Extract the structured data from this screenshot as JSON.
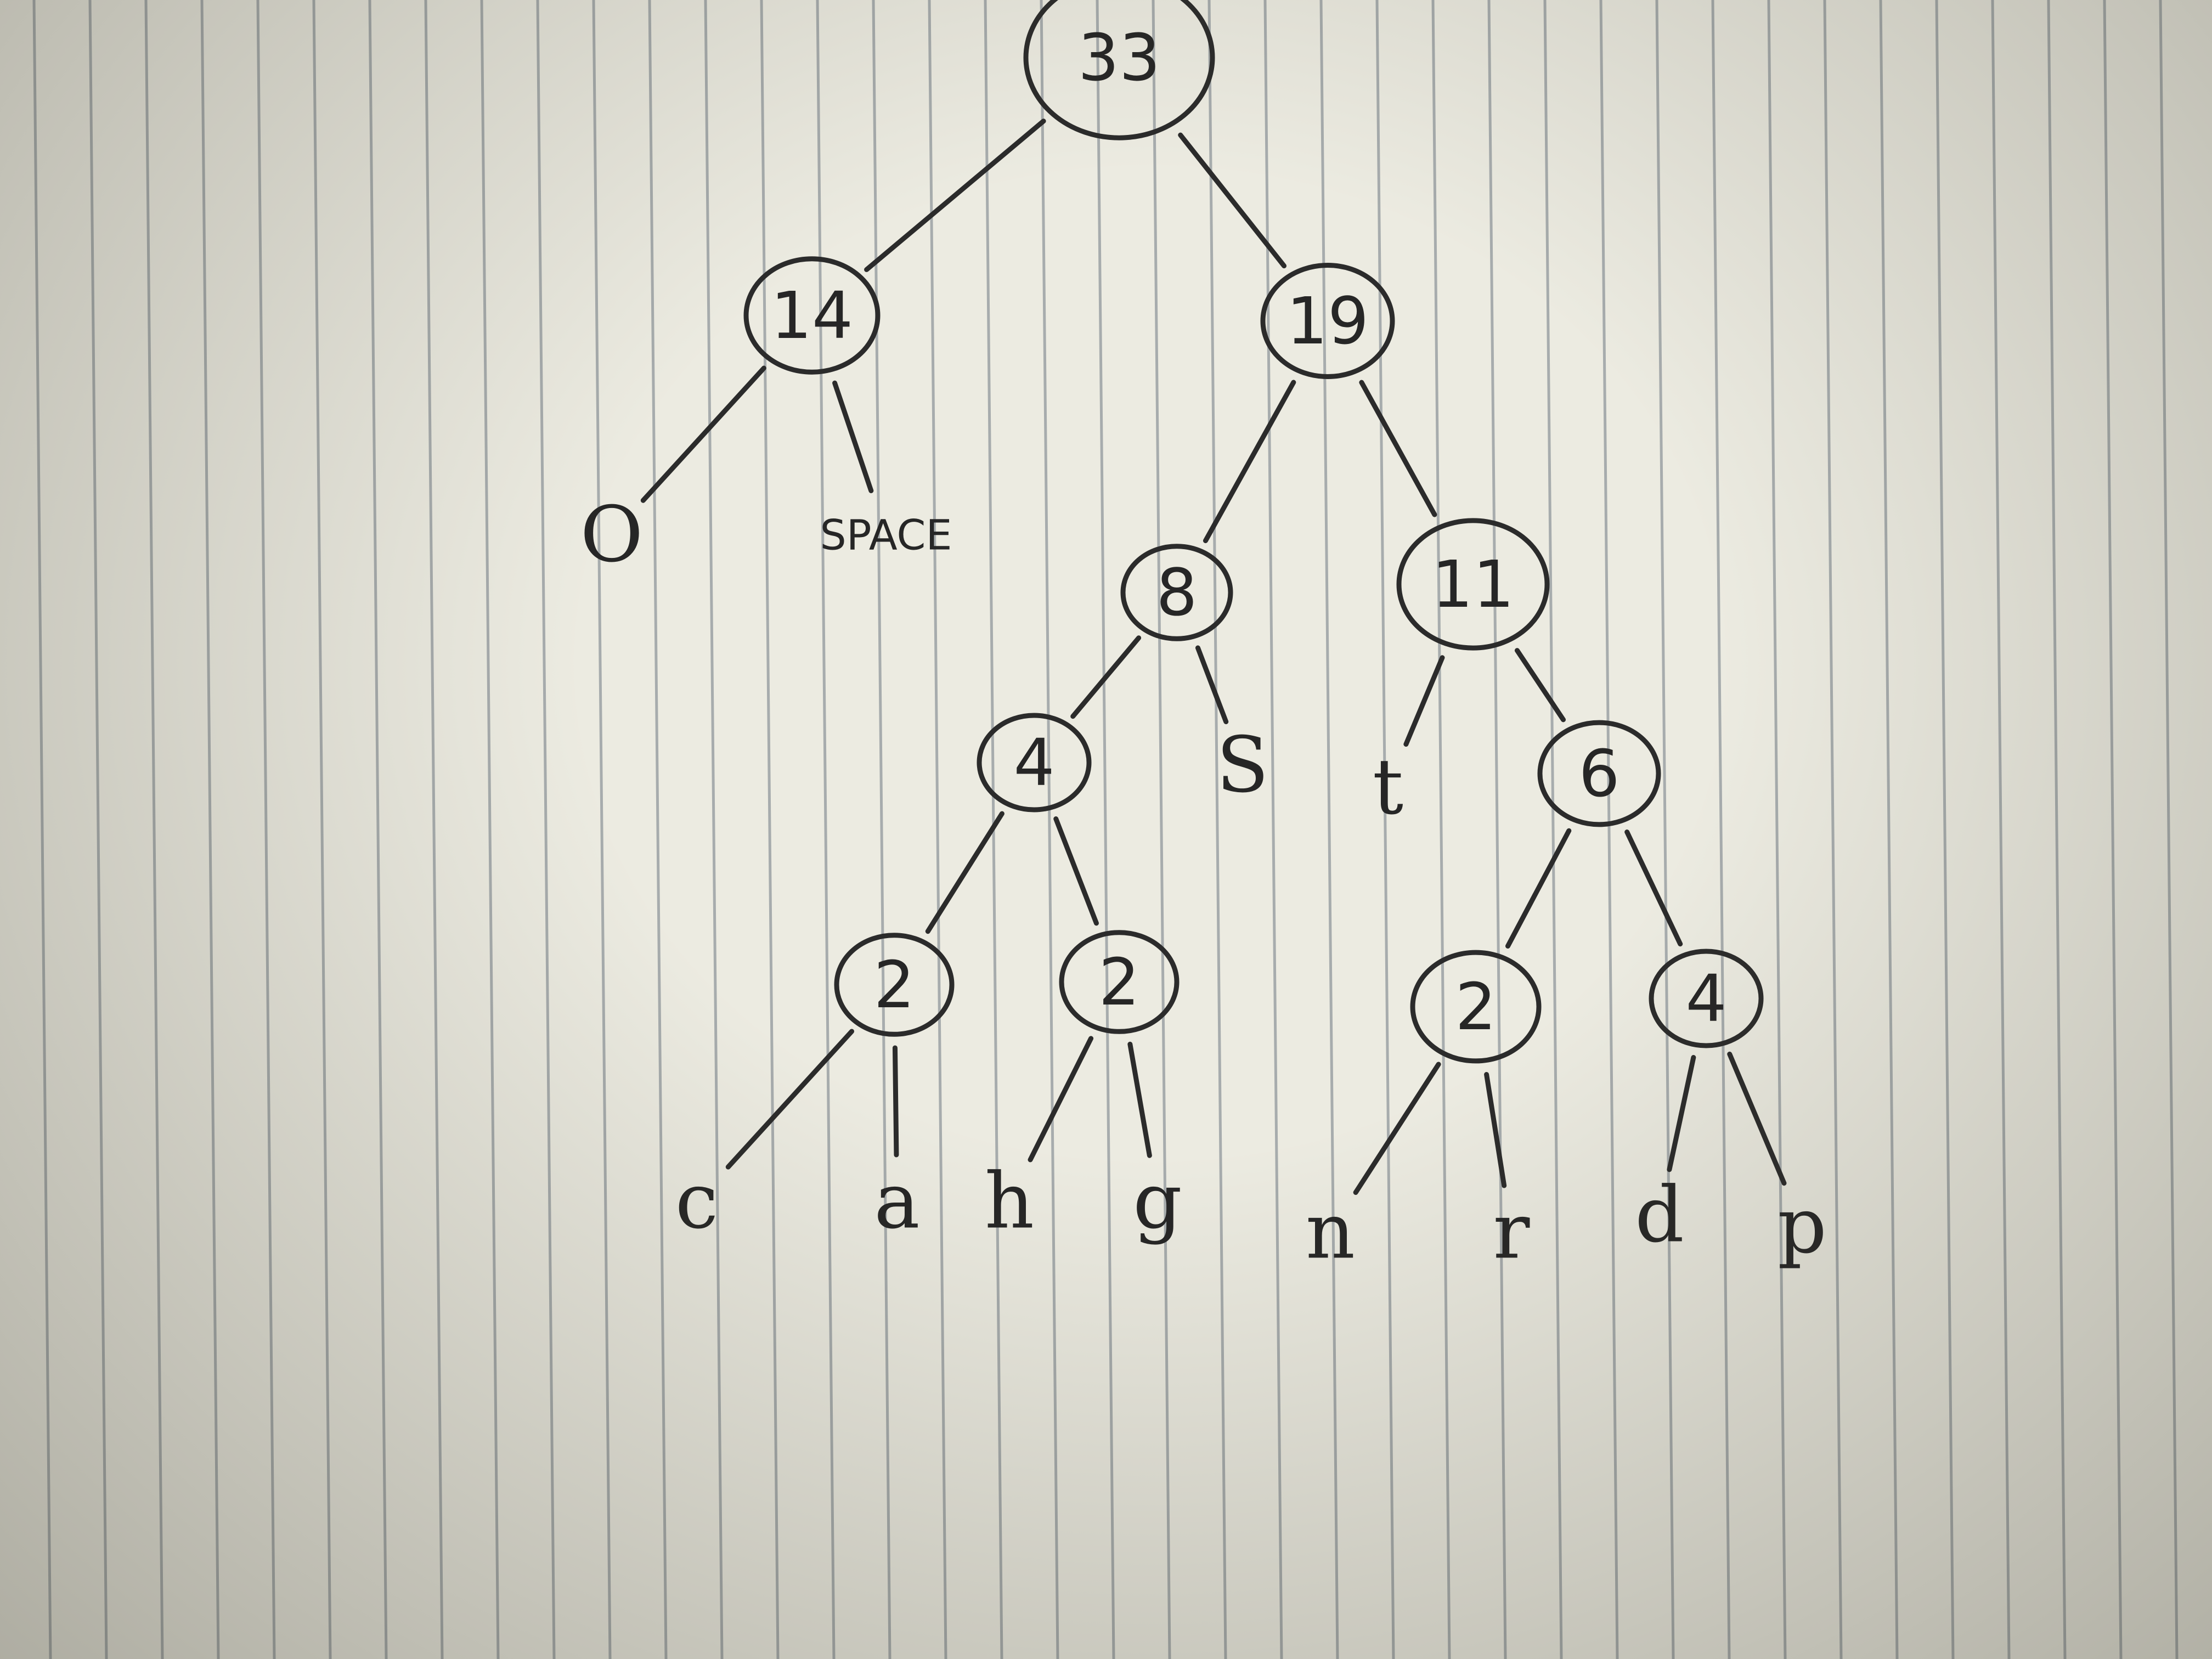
{
  "diagram": {
    "type": "binary-tree",
    "root": {
      "value": "33",
      "children": [
        {
          "value": "14",
          "children": [
            {
              "leaf": "O"
            },
            {
              "leaf": "SPACE"
            }
          ]
        },
        {
          "value": "19",
          "children": [
            {
              "value": "8",
              "children": [
                {
                  "value": "4",
                  "children": [
                    {
                      "value": "2",
                      "children": [
                        {
                          "leaf": "c"
                        },
                        {
                          "leaf": "a"
                        }
                      ]
                    },
                    {
                      "value": "2",
                      "children": [
                        {
                          "leaf": "h"
                        },
                        {
                          "leaf": "g"
                        }
                      ]
                    }
                  ]
                },
                {
                  "leaf": "S"
                }
              ]
            },
            {
              "value": "11",
              "children": [
                {
                  "leaf": "t"
                },
                {
                  "value": "6",
                  "children": [
                    {
                      "value": "2",
                      "children": [
                        {
                          "leaf": "n"
                        },
                        {
                          "leaf": "r"
                        }
                      ]
                    },
                    {
                      "value": "4",
                      "children": [
                        {
                          "leaf": "d"
                        },
                        {
                          "leaf": "p"
                        }
                      ]
                    }
                  ]
                }
              ]
            }
          ]
        }
      ]
    }
  },
  "colors": {
    "paper": "#ecebe1",
    "rule_line": "#a7acad",
    "ink": "#2b2b2b"
  }
}
